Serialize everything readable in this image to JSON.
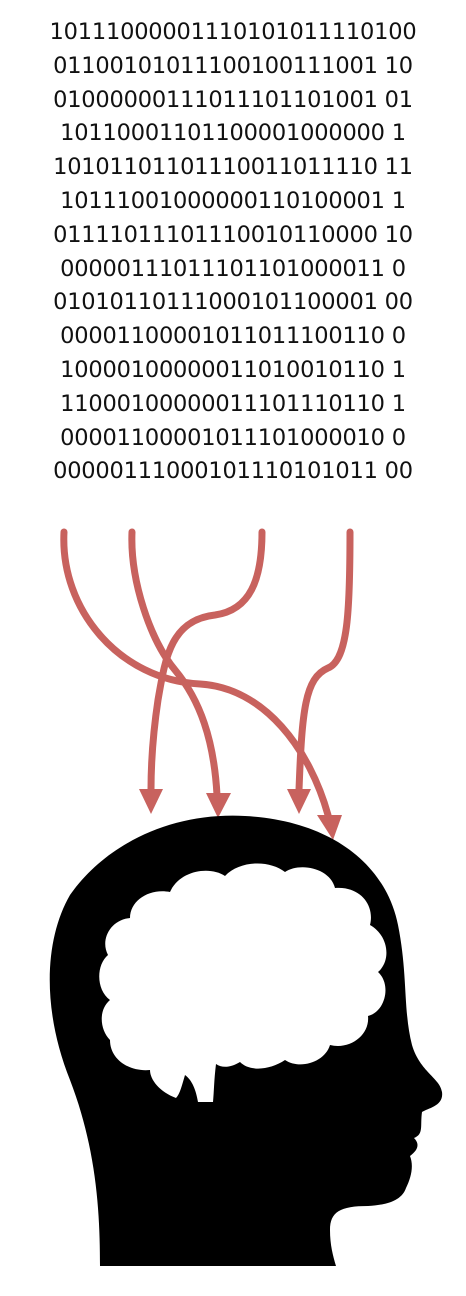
{
  "binary_rows": [
    "10111000001110101011110100",
    "01100101011100100111001 10",
    "01000000111011101101001 01",
    "10110001101100001000000 1",
    "10101101101110011011110 11",
    "10111001000000110100001 1",
    "01111011101110010110000 10",
    "00000111011101101000011 0",
    "01010110111000101100001 00",
    "00001100001011011100110 0",
    "10000100000011010010110 1",
    "11000100000011101110110 1",
    "00001100001011101000010 0",
    "00000111000101110101011 00"
  ],
  "colors": {
    "arrow": "#c8625e",
    "head": "#000000",
    "brain": "#ffffff",
    "text": "#111111"
  },
  "icons": {
    "head": "human-head-silhouette-icon",
    "brain": "brain-icon"
  }
}
